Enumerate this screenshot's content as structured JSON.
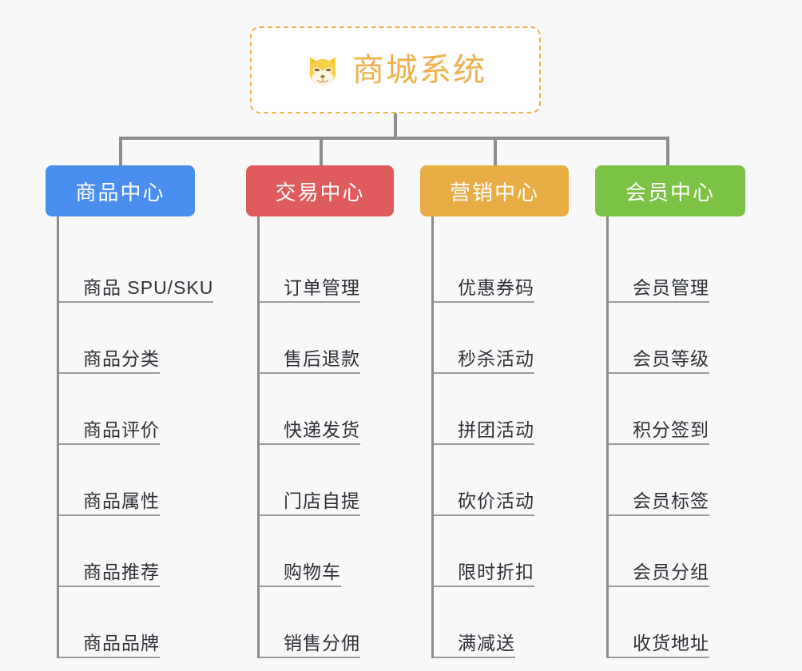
{
  "canvas": {
    "background": "#f8f8f8",
    "line_color": "#8d8d8d",
    "underline_color": "#9b9b9b",
    "leaf_text_color": "#2d3137"
  },
  "root": {
    "icon": "shiba-dog-face-icon",
    "title": "商城系统",
    "text_color": "#eeb14b",
    "border_color": "#e9b24c",
    "background": "#ffffff"
  },
  "categories": [
    {
      "label": "商品中心",
      "color": "#4a8ef0",
      "items": [
        "商品 SPU/SKU",
        "商品分类",
        "商品评价",
        "商品属性",
        "商品推荐",
        "商品品牌"
      ]
    },
    {
      "label": "交易中心",
      "color": "#e05c5c",
      "items": [
        "订单管理",
        "售后退款",
        "快递发货",
        "门店自提",
        "购物车",
        "销售分佣"
      ]
    },
    {
      "label": "营销中心",
      "color": "#e9ad46",
      "items": [
        "优惠券码",
        "秒杀活动",
        "拼团活动",
        "砍价活动",
        "限时折扣",
        "满减送"
      ]
    },
    {
      "label": "会员中心",
      "color": "#7cc245",
      "items": [
        "会员管理",
        "会员等级",
        "积分签到",
        "会员标签",
        "会员分组",
        "收货地址"
      ]
    }
  ]
}
